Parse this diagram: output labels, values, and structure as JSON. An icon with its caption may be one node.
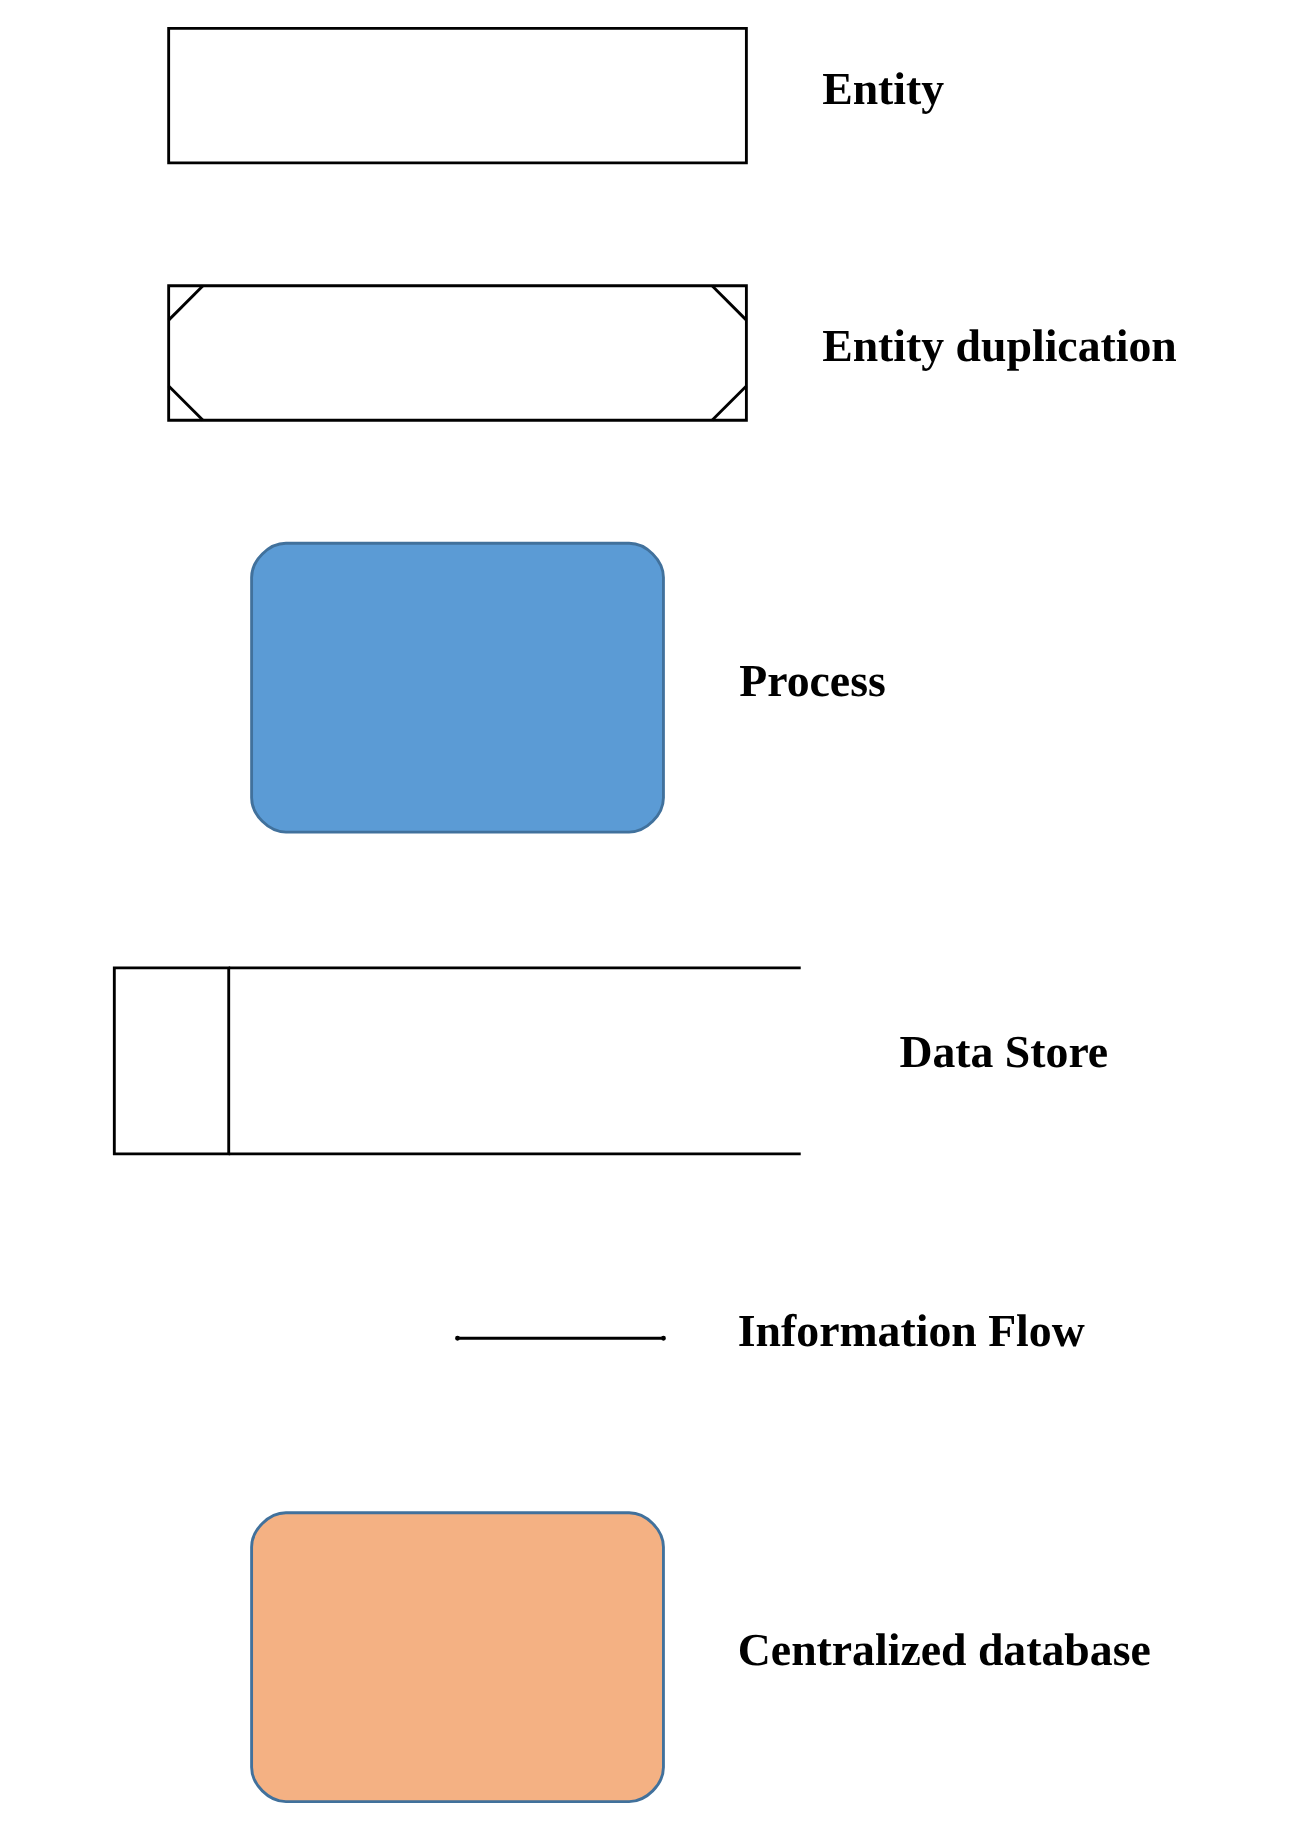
{
  "diagram": {
    "nodes": [
      {
        "text": [],
        "shape": "box",
        "beside": [
          "Entity"
        ]
      },
      {
        "text": [],
        "shape": "box",
        "beside": [
          "Entity duplication"
        ]
      },
      {
        "text": [],
        "shape": "box",
        "beside": [
          "Process"
        ]
      },
      {
        "text": [],
        "shape": "box",
        "beside": [
          "Data Store"
        ]
      },
      {
        "text": [],
        "shape": "box",
        "beside": [
          "Centralized database"
        ]
      }
    ],
    "legend": [
      {
        "text": "Information Flow"
      }
    ]
  }
}
